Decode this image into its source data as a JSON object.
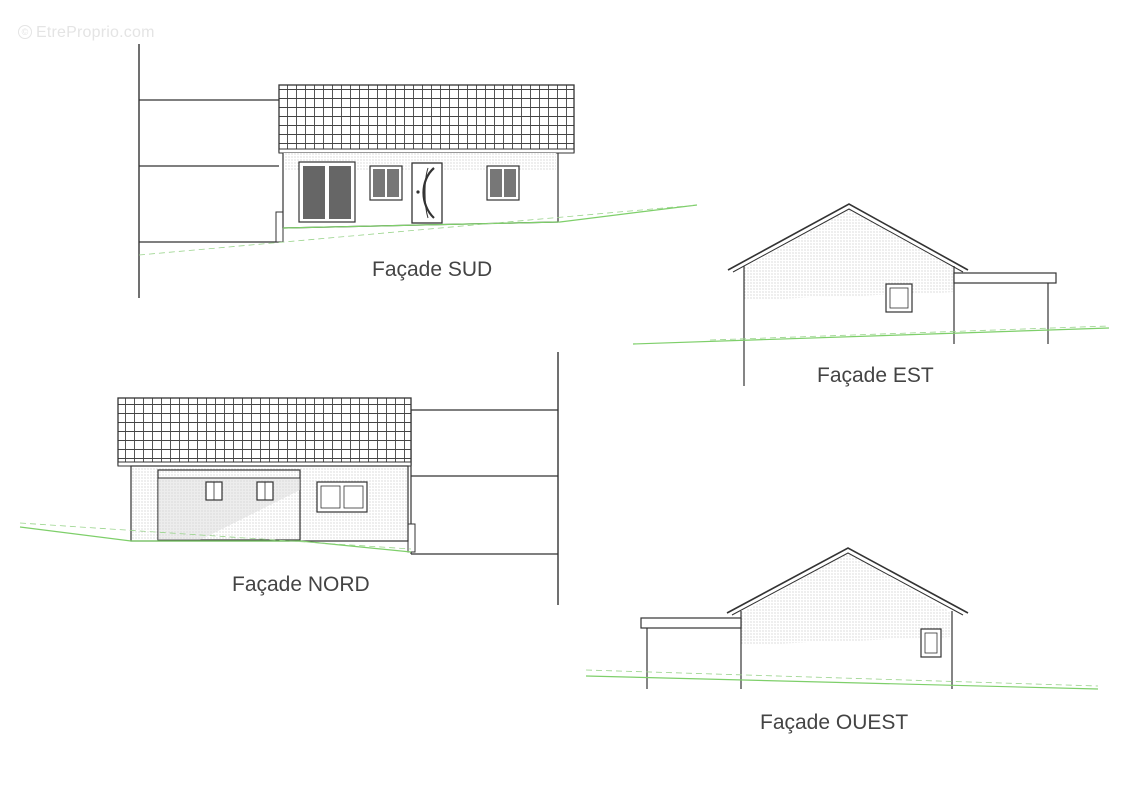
{
  "watermark": {
    "text": "EtreProprio.com",
    "icon": "copyright-icon"
  },
  "facades": {
    "sud": {
      "label": "Façade SUD"
    },
    "est": {
      "label": "Façade EST"
    },
    "nord": {
      "label": "Façade NORD"
    },
    "ouest": {
      "label": "Façade OUEST"
    }
  },
  "colors": {
    "line": "#333333",
    "ground": "#7ecf6a",
    "hatch": "#bbbbbb",
    "roof_tile": "#444444",
    "label": "#444444",
    "watermark": "#e4e4e4"
  }
}
